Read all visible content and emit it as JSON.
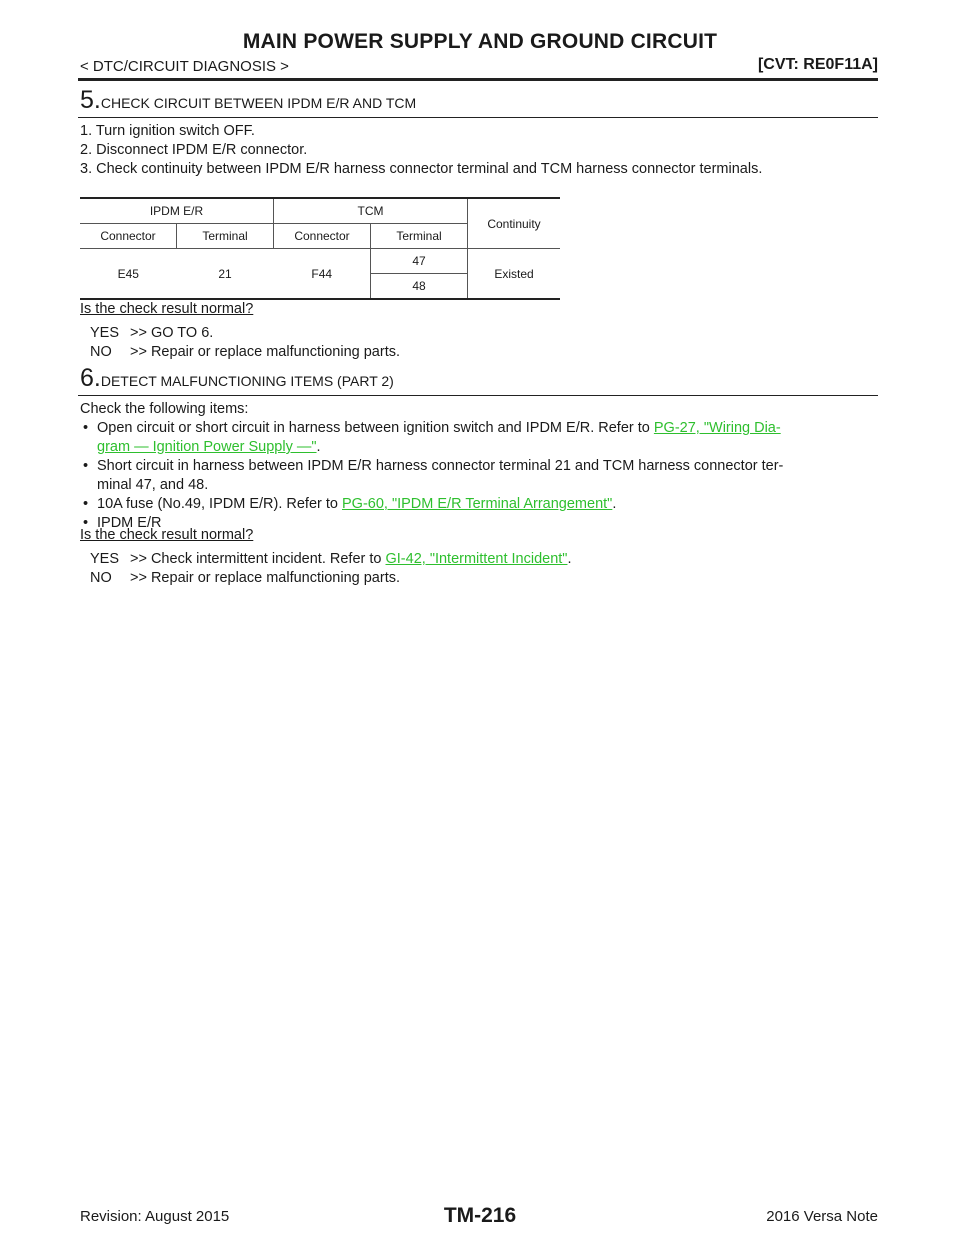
{
  "header": {
    "title": "MAIN POWER SUPPLY AND GROUND CIRCUIT",
    "breadcrumb": "< DTC/CIRCUIT DIAGNOSIS >",
    "model_tag": "[CVT: RE0F11A]"
  },
  "step5": {
    "number": "5.",
    "heading": "CHECK CIRCUIT BETWEEN IPDM E/R AND TCM",
    "instructions": [
      "1.  Turn ignition switch OFF.",
      "2.  Disconnect IPDM E/R connector.",
      "3.  Check continuity between IPDM E/R harness connector terminal and TCM harness connector terminals."
    ],
    "table": {
      "group_left": "IPDM E/R",
      "group_right": "TCM",
      "continuity_header": "Continuity",
      "sub_headers": [
        "Connector",
        "Terminal",
        "Connector",
        "Terminal"
      ],
      "ipdm_connector": "E45",
      "ipdm_terminal": "21",
      "tcm_connector": "F44",
      "tcm_terminals": [
        "47",
        "48"
      ],
      "continuity": "Existed"
    },
    "question": "Is the check result normal?",
    "answers": [
      {
        "key": "YES",
        "text": ">> GO TO 6."
      },
      {
        "key": "NO",
        "text": ">> Repair or replace malfunctioning parts."
      }
    ]
  },
  "step6": {
    "number": "6.",
    "heading": "DETECT MALFUNCTIONING ITEMS (PART 2)",
    "intro": "Check the following items:",
    "bullet1_text": "Open circuit or short circuit in harness between ignition switch and IPDM E/R. Refer to ",
    "bullet1_link_a": "PG-27, \"Wiring Dia-",
    "bullet1_link_b": "gram — Ignition Power Supply —\"",
    "bullet2_line1": "Short circuit in harness between IPDM E/R harness connector terminal 21 and TCM harness connector ter-",
    "bullet2_line2": "minal 47, and 48.",
    "bullet3_text": "10A fuse (No.49, IPDM E/R). Refer to ",
    "bullet3_link": "PG-60, \"IPDM E/R Terminal Arrangement\"",
    "bullet4_text": "IPDM E/R",
    "question": "Is the check result normal?",
    "answer_yes_key": "YES",
    "answer_yes_text": ">> Check intermittent incident. Refer to ",
    "answer_yes_link": "GI-42, \"Intermittent Incident\"",
    "answer_no_key": "NO",
    "answer_no_text": ">> Repair or replace malfunctioning parts."
  },
  "footer": {
    "revision": "Revision: August 2015",
    "page": "TM-216",
    "vehicle": "2016 Versa Note"
  }
}
